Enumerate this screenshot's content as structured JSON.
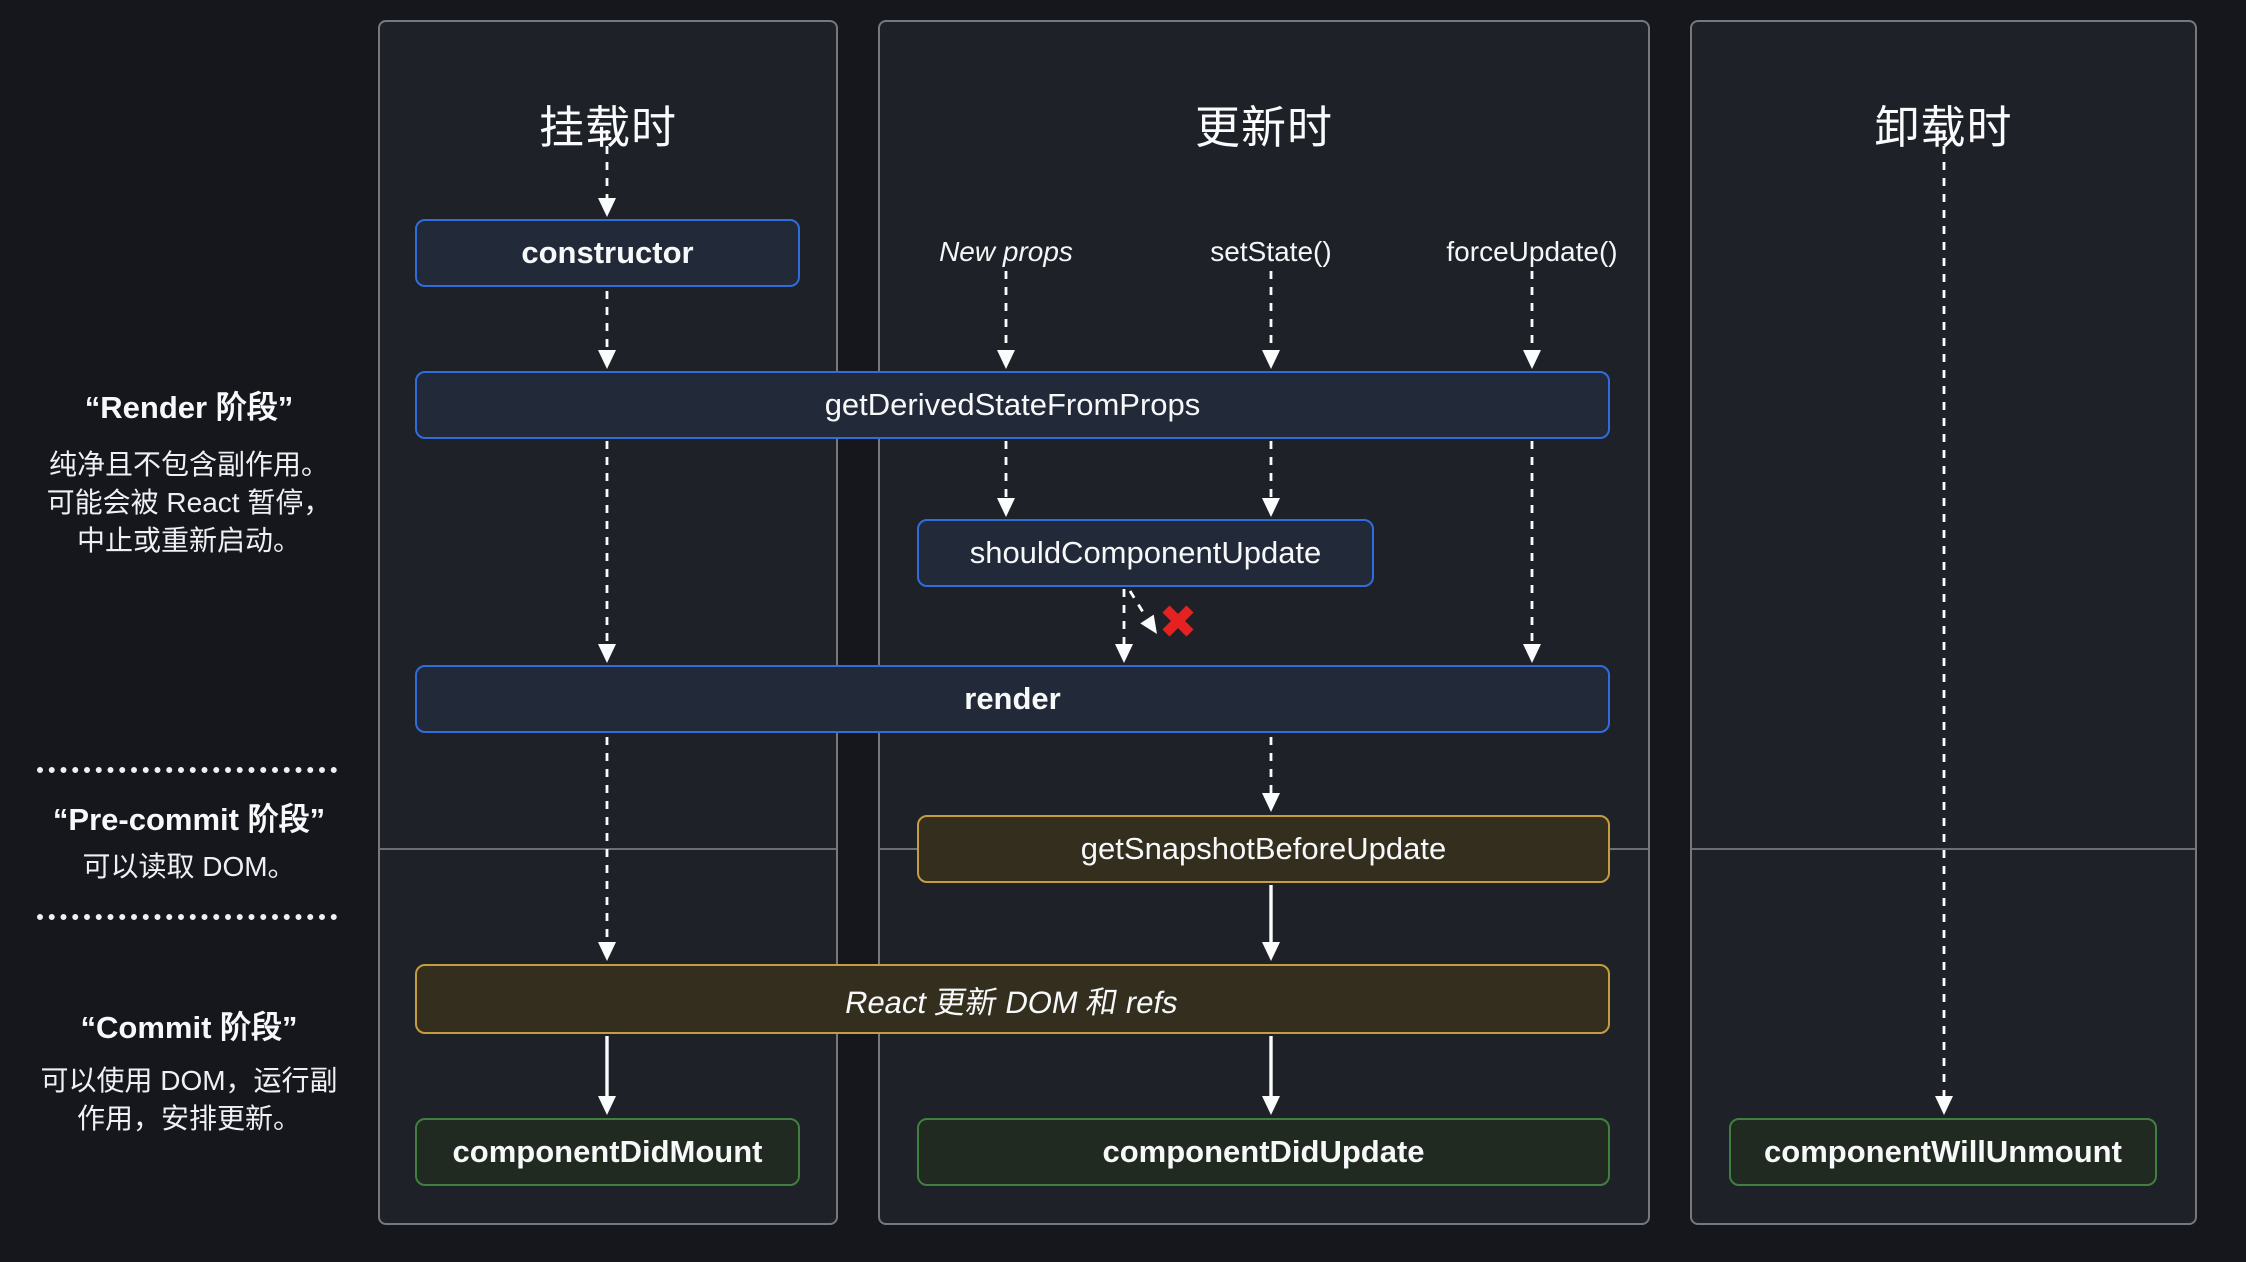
{
  "columns": [
    {
      "title": "挂载时"
    },
    {
      "title": "更新时",
      "triggers": {
        "newProps": "New props",
        "setState": "setState()",
        "forceUpdate": "forceUpdate()"
      }
    },
    {
      "title": "卸载时"
    }
  ],
  "rail": [
    {
      "title": "“Render 阶段”",
      "desc": "纯净且不包含副作用。可能会被 React 暂停，中止或重新启动。"
    },
    {
      "title": "“Pre-commit 阶段”",
      "desc": "可以读取 DOM。"
    },
    {
      "title": "“Commit 阶段”",
      "desc": "可以使用 DOM，运行副作用，安排更新。"
    }
  ],
  "boxes": {
    "constructor": "constructor",
    "getDerivedStateFromProps": "getDerivedStateFromProps",
    "shouldComponentUpdate": "shouldComponentUpdate",
    "render": "render",
    "getSnapshotBeforeUpdate": "getSnapshotBeforeUpdate",
    "reactUpdates": "React 更新 DOM 和 refs",
    "componentDidMount": "componentDidMount",
    "componentDidUpdate": "componentDidUpdate",
    "componentWillUnmount": "componentWillUnmount"
  },
  "colors": {
    "blue_border": "#2f6ddb",
    "yellow_border": "#c59d3f",
    "green_border": "#417f41",
    "panel_border": "#75797f",
    "cancel_x": "#e52222"
  }
}
